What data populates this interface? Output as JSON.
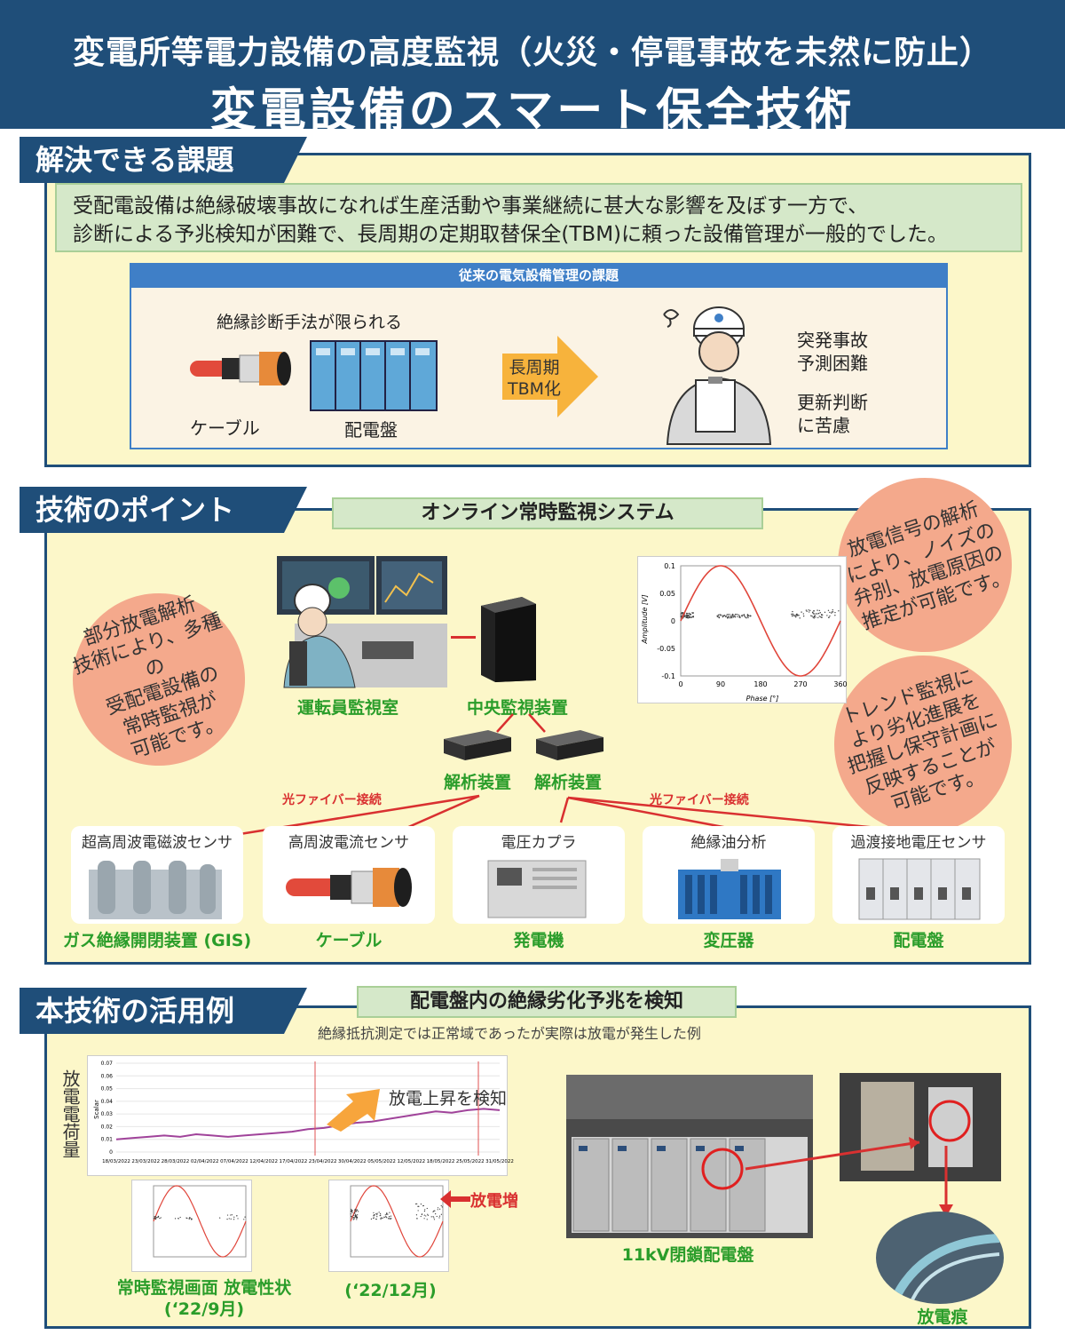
{
  "header": {
    "subtitle": "変電所等電力設備の高度監視（火災・停電事故を未然に防止）",
    "title": "変電設備のスマート保全技術"
  },
  "section1": {
    "label": "解決できる課題",
    "description_line1": "受配電設備は絶縁破壊事故になれば生産活動や事業継続に甚大な影響を及ぼす一方で、",
    "description_line2": "診断による予兆検知が困難で、長周期の定期取替保全(TBM)に頼った設備管理が一般的でした。",
    "panel_title": "従来の電気設備管理の課題",
    "limited_methods": "絶縁診断手法が限られる",
    "cable_label": "ケーブル",
    "switchboard_label": "配電盤",
    "arrow_line1": "長周期",
    "arrow_line2": "TBM化",
    "issue1_line1": "突発事故",
    "issue1_line2": "予測困難",
    "issue2_line1": "更新判断",
    "issue2_line2": "に苦慮"
  },
  "section2": {
    "label": "技術のポイント",
    "system_title": "オンライン常時監視システム",
    "bubble_left": [
      "部分放電解析",
      "技術により、多種の",
      "受配電設備の",
      "常時監視が",
      "可能です。"
    ],
    "bubble_right_top": [
      "放電信号の解析",
      "により、ノイズの",
      "弁別、放電原因の",
      "推定が可能です。"
    ],
    "bubble_right_bottom": [
      "トレンド監視に",
      "より劣化進展を",
      "把握し保守計画に",
      "反映することが",
      "可能です。"
    ],
    "operator_room": "運転員監視室",
    "central_unit": "中央監視装置",
    "analyzer1": "解析装置",
    "analyzer2": "解析装置",
    "fiber_left": "光ファイバー接続",
    "fiber_right": "光ファイバー接続",
    "sensors": [
      {
        "title": "超高周波電磁波センサ",
        "equipment": "ガス絶縁開閉装置 (GIS)"
      },
      {
        "title": "高周波電流センサ",
        "equipment": "ケーブル"
      },
      {
        "title": "電圧カプラ",
        "equipment": "発電機"
      },
      {
        "title": "絶縁油分析",
        "equipment": "変圧器"
      },
      {
        "title": "過渡接地電圧センサ",
        "equipment": "配電盤"
      }
    ]
  },
  "section3": {
    "label": "本技術の活用例",
    "case_title": "配電盤内の絶縁劣化予兆を検知",
    "case_note": "絶縁抵抗測定では正常域であったが実際は放電が発生した例",
    "y_axis_label": "放電電荷量",
    "detect_label": "放電上昇を検知",
    "increase_label": "放電増",
    "screen_caption_line1": "常時監視画面 放電性状",
    "screen_caption_line2": "(ʻ22/9月)",
    "screen_caption2": "(ʻ22/12月)",
    "panel_caption": "11kV閉鎖配電盤",
    "trace_caption": "放電痕"
  },
  "chart_data": [
    {
      "type": "scatter",
      "title": "",
      "xlabel": "Phase [°]",
      "ylabel": "Amplitude [V]",
      "xlim": [
        0,
        360
      ],
      "ylim": [
        -0.1,
        0.1
      ],
      "x_ticks": [
        "0",
        "90",
        "180",
        "270",
        "360"
      ],
      "y_ticks": [
        "0.1",
        "0.05",
        "0",
        "-0.05",
        "-0.1"
      ],
      "series": [
        {
          "kind": "sine",
          "amplitude": 0.1,
          "color": "#e0453a"
        },
        {
          "kind": "points",
          "clusters": [
            [
              0,
              30,
              0.005,
              0.015
            ],
            [
              80,
              160,
              0.005,
              0.012
            ],
            [
              250,
              360,
              0.005,
              0.02
            ]
          ]
        }
      ]
    },
    {
      "type": "line",
      "title": "",
      "xlabel": "",
      "ylabel": "Scalar",
      "x_ticks": [
        "18/03/2022",
        "23/03/2022",
        "28/03/2022",
        "02/04/2022",
        "07/04/2022",
        "12/04/2022",
        "17/04/2022",
        "23/04/2022",
        "30/04/2022",
        "05/05/2022",
        "12/05/2022",
        "18/05/2022",
        "25/05/2022",
        "31/05/2022"
      ],
      "y_ticks": [
        "0.07",
        "0.06",
        "0.05",
        "0.04",
        "0.03",
        "0.02",
        "0.01",
        "0"
      ],
      "ylim": [
        0,
        0.07
      ],
      "values": [
        0.01,
        0.011,
        0.012,
        0.013,
        0.012,
        0.014,
        0.013,
        0.012,
        0.013,
        0.014,
        0.015,
        0.016,
        0.018,
        0.019,
        0.021,
        0.023,
        0.024,
        0.026,
        0.028,
        0.03,
        0.032,
        0.031,
        0.033,
        0.034,
        0.033
      ]
    }
  ],
  "colors": {
    "navy": "#1f4e79",
    "cream": "#fcf7c9",
    "green": "#2a9d2a",
    "red": "#d93030",
    "salmon": "#f4a98c"
  }
}
